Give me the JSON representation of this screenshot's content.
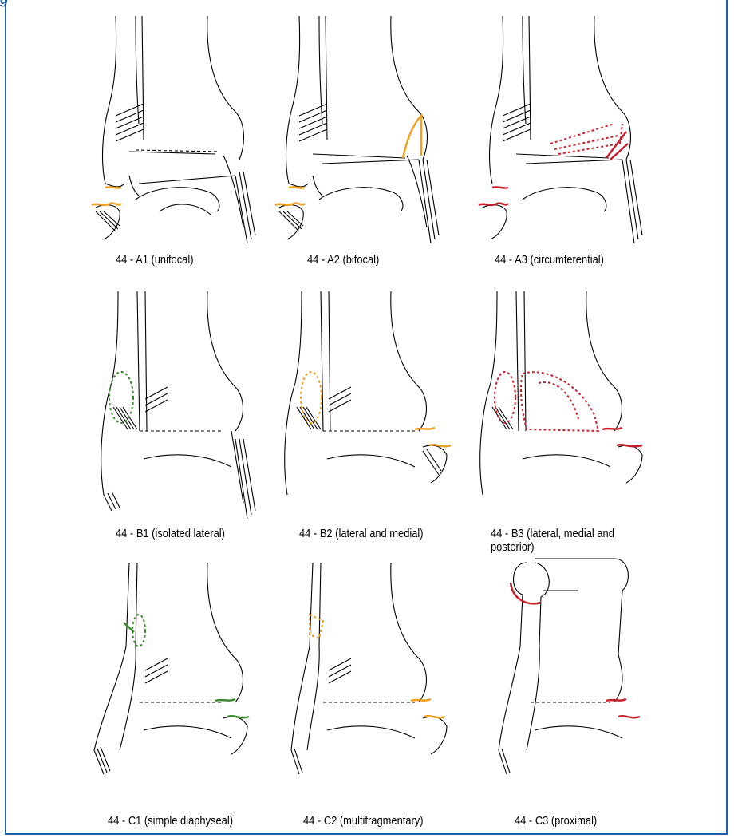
{
  "header": {
    "text": "g"
  },
  "panels": [
    {
      "id": "a1",
      "caption": "44 - A1 (unifocal)"
    },
    {
      "id": "a2",
      "caption": "44 - A2 (bifocal)"
    },
    {
      "id": "a3",
      "caption": "44 - A3 (circumferential)"
    },
    {
      "id": "b1",
      "caption": "44 - B1 (isolated lateral)"
    },
    {
      "id": "b2",
      "caption": "44 - B2 (lateral and medial)"
    },
    {
      "id": "b3",
      "caption": "44 - B3 (lateral, medial and posterior)"
    },
    {
      "id": "c1",
      "caption": "44 - C1 (simple diaphyseal)"
    },
    {
      "id": "c2",
      "caption": "44 - C2 (multifragmentary)"
    },
    {
      "id": "c3",
      "caption": "44 - C3 (proximal)"
    }
  ],
  "colors": {
    "frame": "#1f5fa8",
    "orange": "#f0a020",
    "red": "#c8202c",
    "green": "#3a8a2e",
    "line": "#000000"
  },
  "icons": {
    "a1": "ankle-bone-illustration",
    "a2": "ankle-bone-illustration",
    "a3": "ankle-bone-illustration",
    "b1": "ankle-bone-illustration",
    "b2": "ankle-bone-illustration",
    "b3": "ankle-bone-illustration",
    "c1": "ankle-bone-illustration",
    "c2": "ankle-bone-illustration",
    "c3": "ankle-bone-illustration"
  }
}
